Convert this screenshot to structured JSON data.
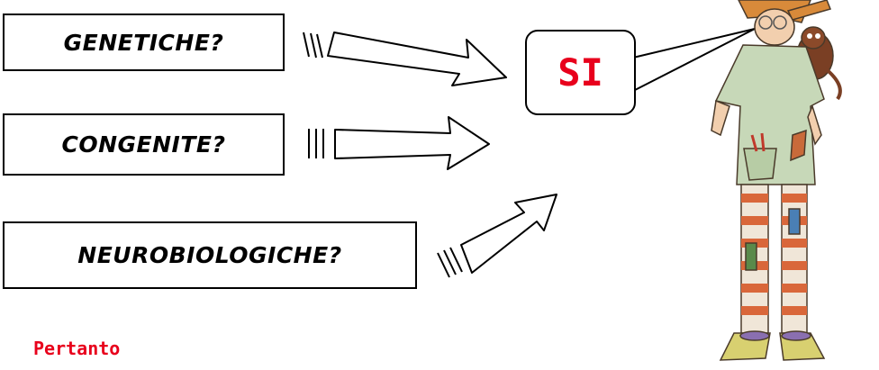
{
  "boxes": {
    "genetiche": "GENETICHE?",
    "congenite": "CONGENITE?",
    "neurobiologiche": "NEUROBIOLOGICHE?"
  },
  "answer": "SI",
  "footer": "Pertanto",
  "colors": {
    "answer_text": "#e8001c",
    "footer_text": "#e8001c",
    "outline": "#000000"
  },
  "icons": {
    "arrow": "hollow-right-arrow",
    "character": "girl-with-monkey-illustration"
  }
}
